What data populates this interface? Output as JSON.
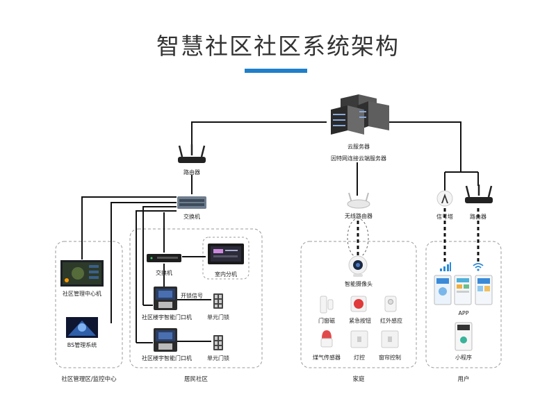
{
  "title": "智慧社区社区系统架构",
  "nodes": {
    "cloud_server": "云服务器",
    "cloud_server_sub": "因特网连接云端服务器",
    "router_left": "路由器",
    "switch_top": "交换机",
    "switch_mid": "交换机",
    "indoor_unit": "室内分机",
    "door_unit_1": "社区楼宇智能门口机",
    "door_unit_2": "社区楼宇智能门口机",
    "unlock_signal": "开锁信号",
    "unit_lock_1": "单元门锁",
    "unit_lock_2": "单元门锁",
    "mgmt_center_pc": "社区管理中心机",
    "bs_system": "BS管理系统",
    "wireless_router": "无线路由器",
    "smart_camera": "智能摄像头",
    "door_magnet": "门窗磁",
    "emergency_button": "紧急按钮",
    "ir_sensor": "红外感应",
    "gas_sensor": "煤气传感器",
    "light_control": "灯控",
    "curtain_control": "窗帘控制",
    "signal_tower": "信号塔",
    "router_right": "路由器",
    "app": "APP",
    "mini_program": "小程序"
  },
  "groups": {
    "management": "社区管理区/监控中心",
    "residential": "居民社区",
    "home": "家庭",
    "user": "用户"
  },
  "colors": {
    "accent": "#1f7fc8",
    "line": "#111111",
    "dash_border": "#9a9a9a"
  }
}
